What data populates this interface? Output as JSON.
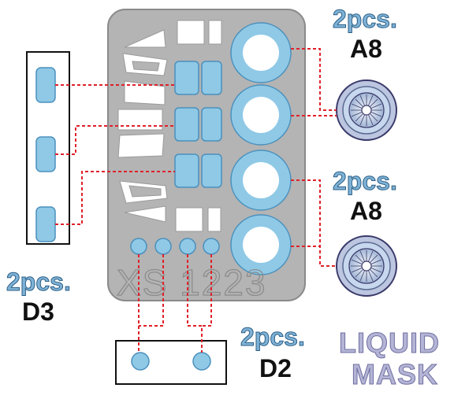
{
  "sheet": {
    "code": "XS 1223"
  },
  "labels": {
    "wheel_top_qty": "2pcs.",
    "wheel_top_code": "A8",
    "wheel_bottom_qty": "2pcs.",
    "wheel_bottom_code": "A8",
    "left_qty": "2pcs.",
    "left_code": "D3",
    "bottom_qty": "2pcs.",
    "bottom_code": "D2",
    "brand_line1": "LIQUID",
    "brand_line2": "MASK"
  },
  "colors": {
    "mask_blue": "#8fc9e6",
    "fret_gray": "#b4b4b4",
    "leader_red": "#e0202a",
    "tyre": "#bcc6e0",
    "hub": "#c7d7ee"
  }
}
